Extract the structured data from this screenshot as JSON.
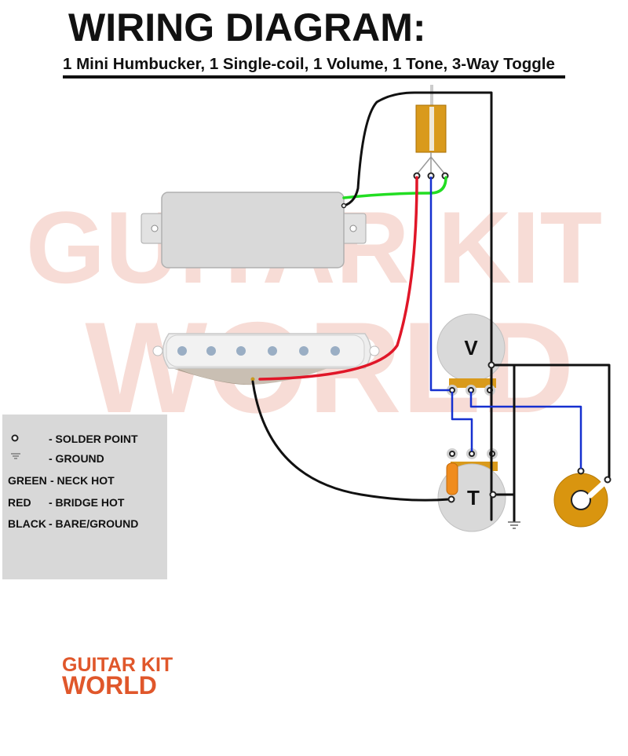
{
  "header": {
    "title": "WIRING DIAGRAM:",
    "subtitle": "1 Mini Humbucker, 1 Single-coil, 1 Volume, 1 Tone, 3-Way Toggle"
  },
  "pots": {
    "volume_label": "V",
    "tone_label": "T"
  },
  "legend": {
    "solder_point": "- SOLDER POINT",
    "ground": "- GROUND",
    "green_key": "GREEN",
    "green_desc": "-  NECK HOT",
    "red_key": "RED",
    "red_desc": "- BRIDGE HOT",
    "black_key": "BLACK",
    "black_desc": "- BARE/GROUND"
  },
  "watermark": {
    "line1": "GUITAR KIT",
    "line2": "WORLD"
  },
  "logo": {
    "line1": "GUITAR KIT",
    "line2": "WORLD"
  },
  "colors": {
    "wire_green": "#22dd22",
    "wire_red": "#e01628",
    "wire_blue": "#1630d0",
    "wire_black": "#111111",
    "toggle_body": "#d99a1c",
    "pickup_cover": "#d9d9d9",
    "pot_body": "#d9d9d9",
    "jack_body": "#d9950f",
    "capacitor": "#f08c1e",
    "legend_bg": "#d8d8d8",
    "logo": "#e0572b",
    "watermark": "#f7dcd6"
  }
}
